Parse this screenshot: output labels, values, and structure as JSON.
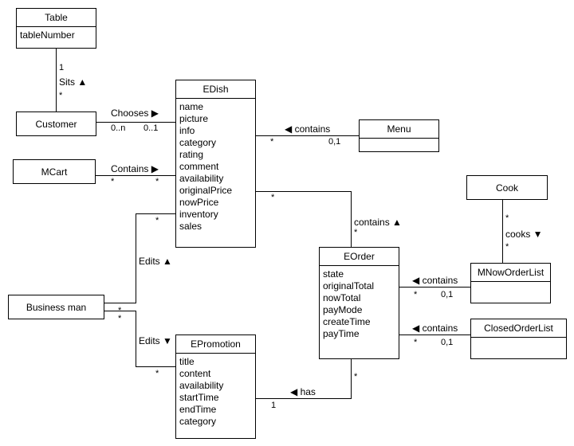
{
  "classes": {
    "table": {
      "name": "Table",
      "attributes": [
        "tableNumber"
      ]
    },
    "customer": {
      "name": "Customer"
    },
    "mcart": {
      "name": "MCart"
    },
    "businessman": {
      "name": "Business man"
    },
    "edish": {
      "name": "EDish",
      "attributes": [
        "name",
        "picture",
        "info",
        "category",
        "rating",
        "comment",
        "availability",
        "originalPrice",
        "nowPrice",
        "inventory",
        "sales"
      ]
    },
    "menu": {
      "name": "Menu",
      "attributes": []
    },
    "cook": {
      "name": "Cook"
    },
    "eorder": {
      "name": "EOrder",
      "attributes": [
        "state",
        "originalTotal",
        "nowTotal",
        "payMode",
        "createTime",
        "payTime"
      ]
    },
    "mnoworderlist": {
      "name": "MNowOrderList",
      "attributes": []
    },
    "closedorderlist": {
      "name": "ClosedOrderList",
      "attributes": []
    },
    "epromotion": {
      "name": "EPromotion",
      "attributes": [
        "title",
        "content",
        "availability",
        "startTime",
        "endTime",
        "category"
      ]
    }
  },
  "associations": {
    "sits": {
      "label": "Sits ▲",
      "mult_a": "1",
      "mult_b": "*"
    },
    "chooses": {
      "label": "Chooses ▶",
      "mult_a": "0..n",
      "mult_b": "0..1"
    },
    "cart_contains": {
      "label": "Contains ▶",
      "mult_a": "*",
      "mult_b": "*"
    },
    "menu_contains": {
      "label": "◀ contains",
      "mult_a": "*",
      "mult_b": "0,1"
    },
    "order_contains_dish": {
      "label": "contains ▲",
      "mult_a": "*",
      "mult_b": "*"
    },
    "cooks": {
      "label": "cooks ▼",
      "mult_a": "*",
      "mult_b": "*"
    },
    "now_contains": {
      "label": "◀ contains",
      "mult_a": "*",
      "mult_b": "0,1"
    },
    "closed_contains": {
      "label": "◀ contains",
      "mult_a": "*",
      "mult_b": "0,1"
    },
    "edits_dish": {
      "label": "Edits ▲",
      "mult_a": "*",
      "mult_b": "*"
    },
    "edits_promo": {
      "label": "Edits ▼",
      "mult_a": "*",
      "mult_b": "*"
    },
    "has": {
      "label": "◀ has",
      "mult_a": "1",
      "mult_b": "*"
    }
  }
}
